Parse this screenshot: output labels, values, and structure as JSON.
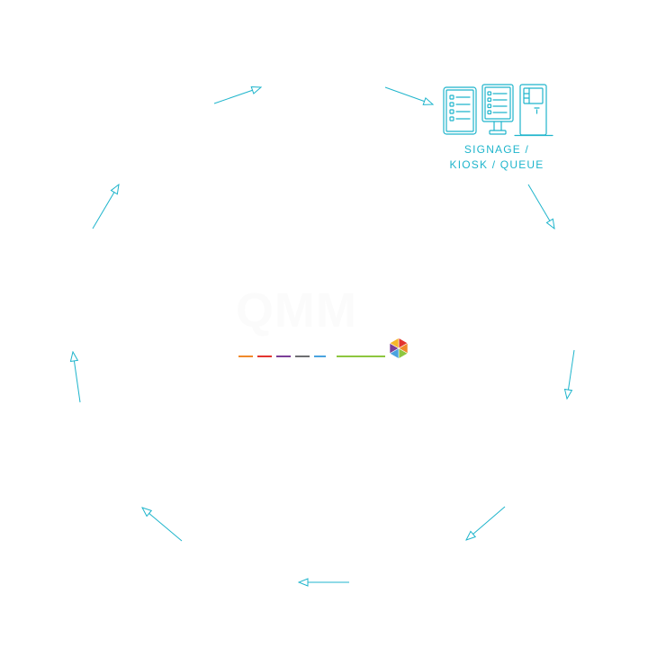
{
  "colors": {
    "accent": "#1fb5cc",
    "stripe_orange": "#f08a2a",
    "stripe_red": "#e3342f",
    "stripe_purple": "#7b3f98",
    "stripe_gray": "#6d6e71",
    "stripe_blue": "#4aa3df",
    "stripe_green": "#8dc63f"
  },
  "node": {
    "icon": "signage-kiosk-queue-icon",
    "label_line1": "SIGNAGE /",
    "label_line2": "KIOSK / QUEUE"
  },
  "logo": {
    "icon": "hexagon-logo-icon",
    "word": "QMM"
  }
}
